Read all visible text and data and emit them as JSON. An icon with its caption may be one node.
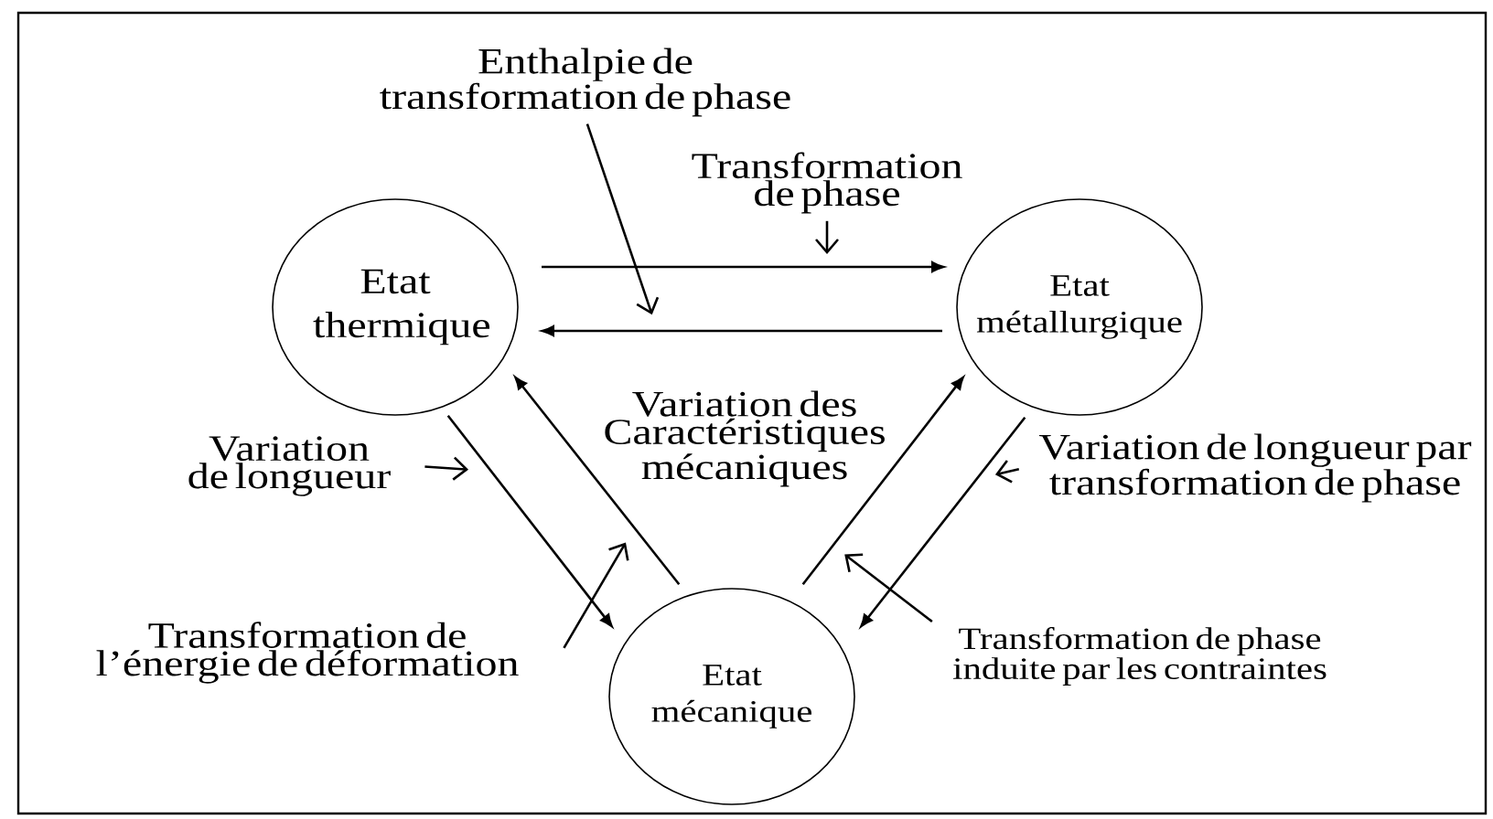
{
  "diagram": {
    "nodes": [
      {
        "text": [
          "Etat thermique"
        ]
      },
      {
        "text": [
          "Etat métallurgique"
        ]
      },
      {
        "text": [
          "Etat mécanique"
        ]
      },
      {
        "text": [
          "Enthalpie de transformation de phase"
        ]
      },
      {
        "text": [
          "Transformation de phase"
        ]
      },
      {
        "text": [
          "Variation de longueur"
        ]
      },
      {
        "text": [
          "Transformation de l’énergie de déformation"
        ]
      },
      {
        "text": [
          "Variation de longueur par transformation de phase"
        ]
      },
      {
        "text": [
          "Transformation de phase induite par les contraintes"
        ]
      }
    ],
    "edges": [
      {
        "from": 0,
        "to": 1,
        "arrow": "to"
      },
      {
        "from": 1,
        "to": 0,
        "arrow": "to"
      },
      {
        "from": 0,
        "to": 2,
        "arrow": "to"
      },
      {
        "from": 2,
        "to": 0,
        "arrow": "to"
      },
      {
        "from": 2,
        "to": 1,
        "arrow": "to"
      },
      {
        "from": 1,
        "to": 2,
        "arrow": "to"
      },
      {
        "from": 3,
        "to": null,
        "arrow": "to"
      },
      {
        "from": 4,
        "to": null,
        "arrow": "to"
      },
      {
        "from": 5,
        "to": null,
        "arrow": "to"
      },
      {
        "from": 6,
        "to": null,
        "arrow": "to"
      },
      {
        "from": 7,
        "to": null,
        "arrow": "to"
      },
      {
        "from": 8,
        "to": null,
        "arrow": "to"
      }
    ],
    "labels": [
      "Variation des Caractéristiques mécaniques"
    ]
  }
}
